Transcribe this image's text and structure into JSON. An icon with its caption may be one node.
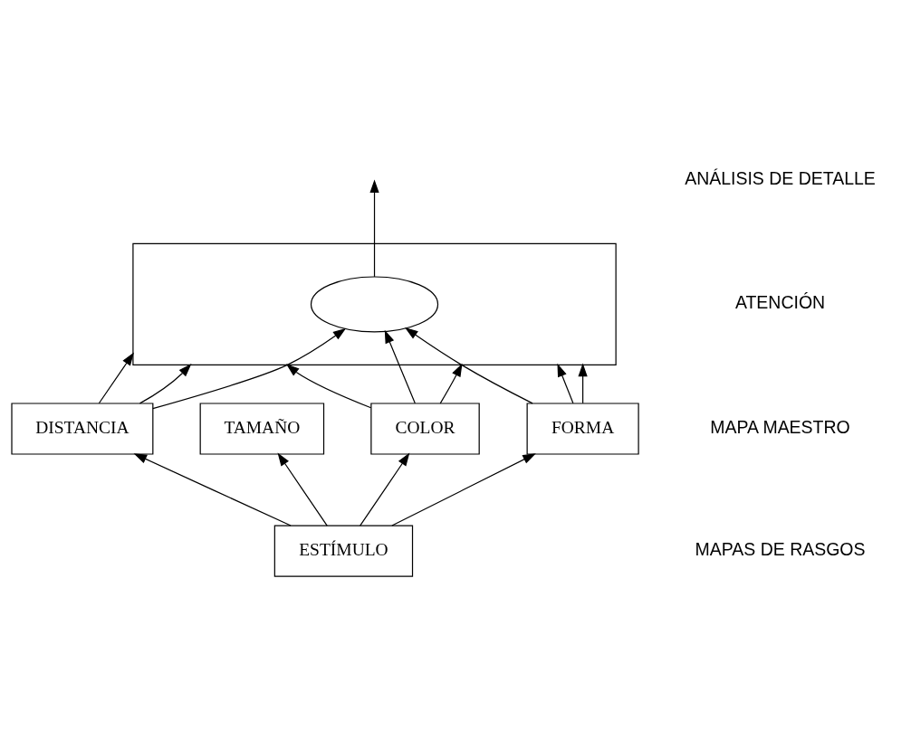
{
  "diagram": {
    "nodes": [
      {
        "text": [],
        "shape": "trapezium"
      },
      {
        "text": [],
        "shape": "ellipse",
        "in": 0
      },
      {
        "text": [
          "COLOR"
        ]
      },
      {
        "text": [
          "FORMA"
        ]
      },
      {
        "text": [
          "DISTANCIA"
        ]
      },
      {
        "text": [
          "TAMAÑO"
        ]
      },
      {
        "text": [
          "ESTÍMULO"
        ]
      }
    ],
    "edges": [
      {
        "from": 1,
        "to": null,
        "arrow": "to"
      },
      {
        "from": 2,
        "to": 1,
        "arrow": "to"
      },
      {
        "from": 2,
        "to": 0,
        "arrow": "to"
      },
      {
        "from": 2,
        "to": 0,
        "arrow": "to"
      },
      {
        "from": 3,
        "to": 1,
        "arrow": "to"
      },
      {
        "from": 3,
        "to": 0,
        "arrow": "to"
      },
      {
        "from": 3,
        "to": 0,
        "arrow": "to"
      },
      {
        "from": 4,
        "to": 1,
        "arrow": "to"
      },
      {
        "from": 4,
        "to": 0,
        "arrow": "to"
      },
      {
        "from": 4,
        "to": 0,
        "arrow": "to"
      },
      {
        "from": 6,
        "to": 2,
        "arrow": "to"
      },
      {
        "from": 6,
        "to": 3,
        "arrow": "to"
      },
      {
        "from": 6,
        "to": 4,
        "arrow": "to"
      },
      {
        "from": 6,
        "to": 5,
        "arrow": "to"
      }
    ],
    "labels": [
      "ANÁLISIS DE DETALLE",
      "ATENCIÓN",
      "MAPA MAESTRO",
      "MAPAS DE RASGOS"
    ]
  }
}
